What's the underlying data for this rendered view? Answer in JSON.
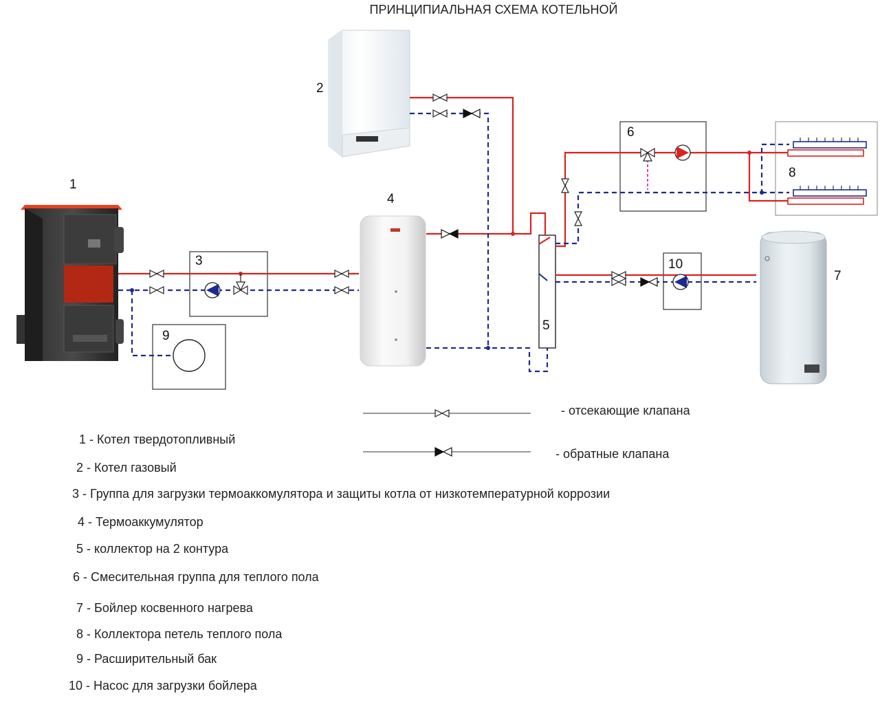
{
  "title": "ПРИНЦИПИАЛЬНАЯ СХЕМА КОТЕЛЬНОЙ",
  "callouts": {
    "n1": "1",
    "n2": "2",
    "n3": "3",
    "n4": "4",
    "n5": "5",
    "n6": "6",
    "n7": "7",
    "n8": "8",
    "n9": "9",
    "n10": "10"
  },
  "legend": {
    "shutoff": "- отсекающие клапана",
    "check": "- обратные клапана"
  },
  "components": [
    "1 - Котел твердотопливный",
    "2 - Котел газовый",
    "3 - Группа для загрузки термоаккомулятора и защиты котла от низкотемпературной коррозии",
    "4 - Термоаккумулятор",
    "5 - коллектор на 2 контура",
    "6 - Смесительная группа для теплого пола",
    "7 - Бойлер косвенного нагрева",
    "8 - Коллектора петель теплого пола",
    "9 - Расширительный бак",
    "10 - Насос для загрузки бойлера"
  ],
  "colors": {
    "supply": "#d9231f",
    "return": "#1b2a8f",
    "frame": "#333333"
  }
}
